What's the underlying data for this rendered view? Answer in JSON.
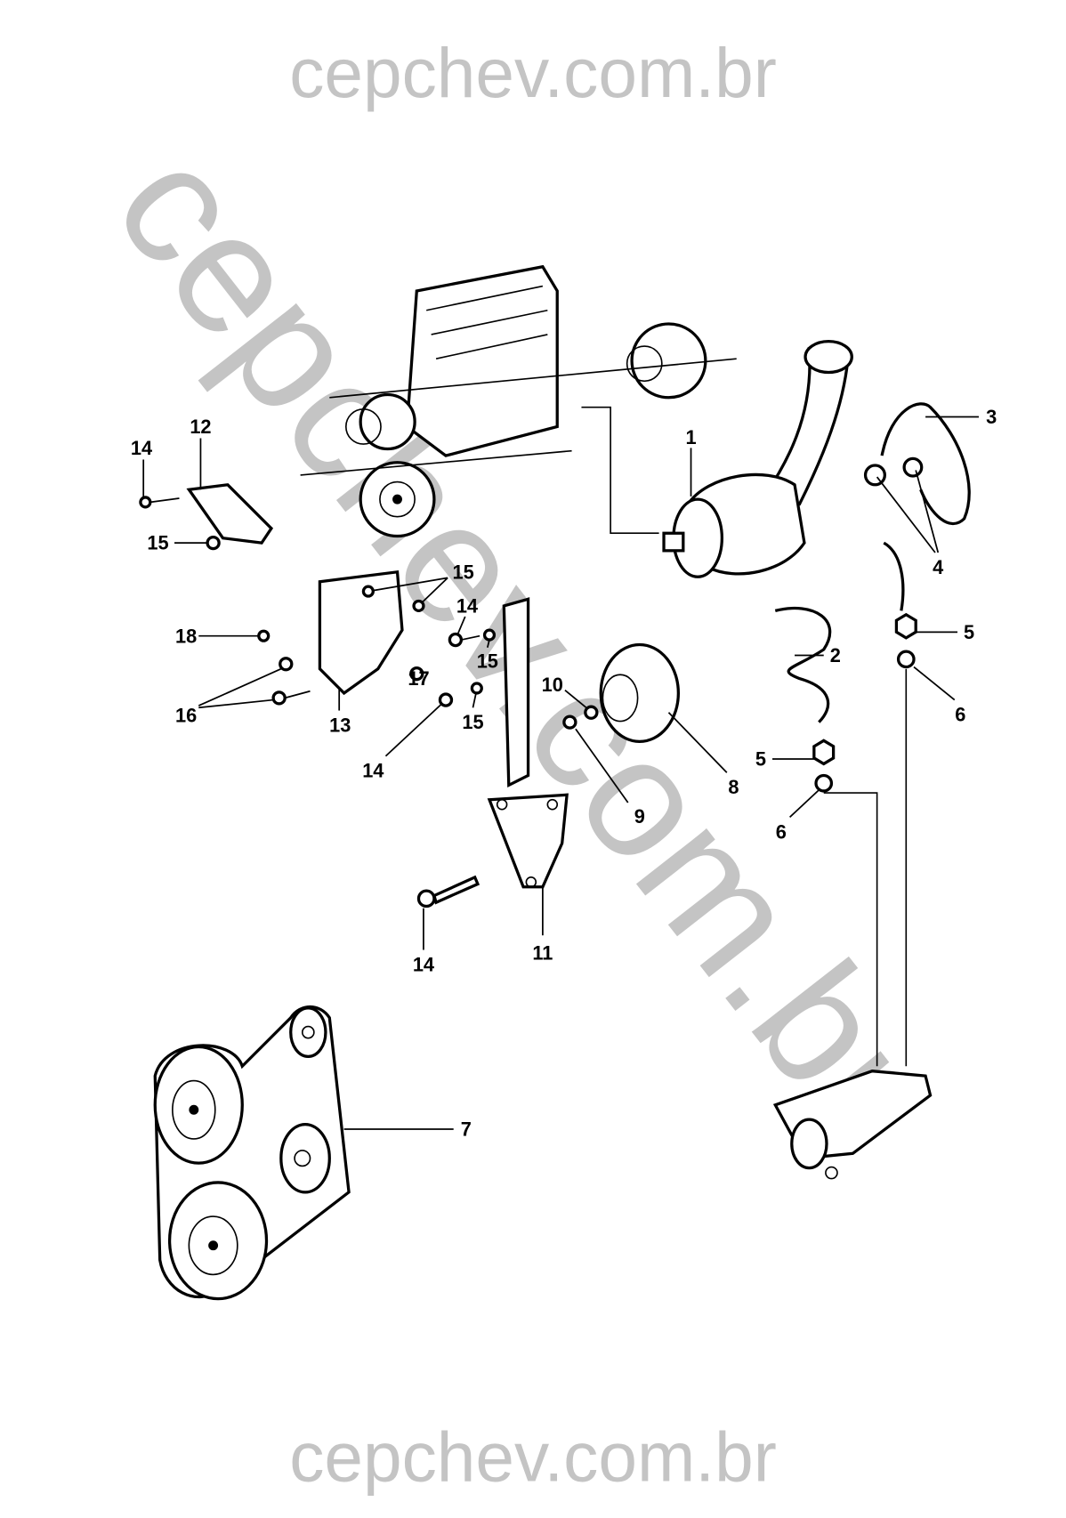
{
  "watermark": {
    "top": "cepchev.com.br",
    "diagonal": "cepchev.com.br",
    "bottom": "cepchev.com.br"
  },
  "callouts": [
    {
      "id": "c1",
      "text": "1"
    },
    {
      "id": "c2",
      "text": "2"
    },
    {
      "id": "c3",
      "text": "3"
    },
    {
      "id": "c4",
      "text": "4"
    },
    {
      "id": "c5a",
      "text": "5"
    },
    {
      "id": "c5b",
      "text": "5"
    },
    {
      "id": "c6a",
      "text": "6"
    },
    {
      "id": "c6b",
      "text": "6"
    },
    {
      "id": "c7",
      "text": "7"
    },
    {
      "id": "c8",
      "text": "8"
    },
    {
      "id": "c9",
      "text": "9"
    },
    {
      "id": "c10",
      "text": "10"
    },
    {
      "id": "c11",
      "text": "11"
    },
    {
      "id": "c12",
      "text": "12"
    },
    {
      "id": "c13",
      "text": "13"
    },
    {
      "id": "c14a",
      "text": "14"
    },
    {
      "id": "c14b",
      "text": "14"
    },
    {
      "id": "c14c",
      "text": "14"
    },
    {
      "id": "c14d",
      "text": "14"
    },
    {
      "id": "c15a",
      "text": "15"
    },
    {
      "id": "c15b",
      "text": "15"
    },
    {
      "id": "c15c",
      "text": "15"
    },
    {
      "id": "c15d",
      "text": "15"
    },
    {
      "id": "c16",
      "text": "16"
    },
    {
      "id": "c17",
      "text": "17"
    },
    {
      "id": "c18",
      "text": "18"
    }
  ]
}
